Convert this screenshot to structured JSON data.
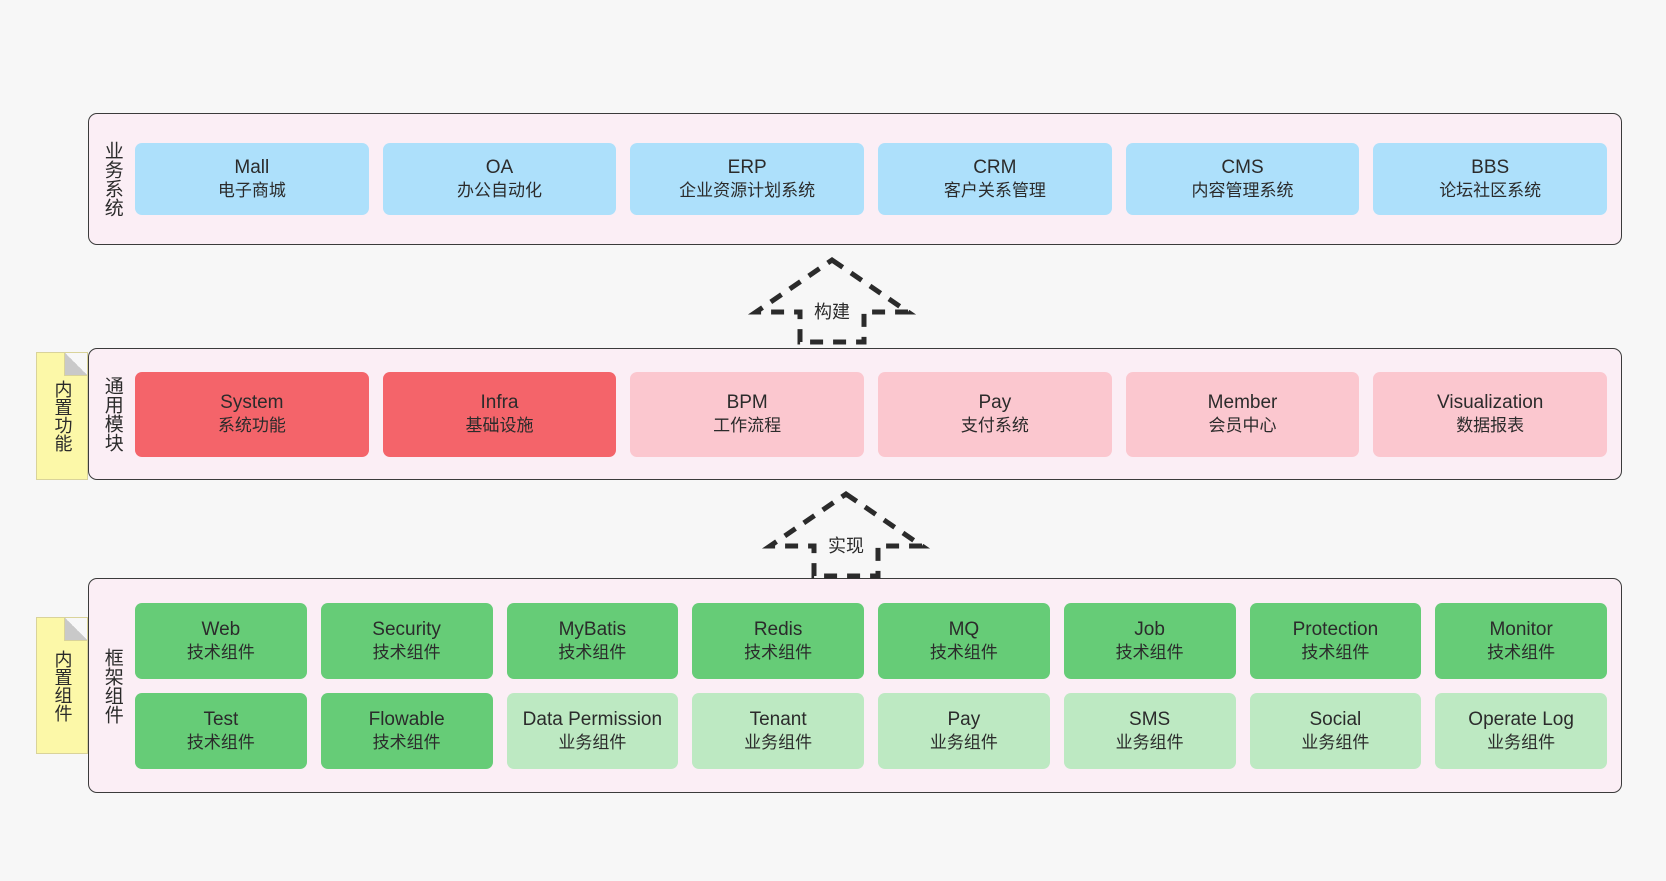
{
  "diagram": {
    "background_color": "#f7f7f7",
    "band_color": "#fbeef5",
    "note_color": "#fcf8a8",
    "colors": {
      "blue": "#ade0fb",
      "red": "#f4646a",
      "pink": "#fbc7cf",
      "green": "#66cc77",
      "light_green": "#bde9c2"
    }
  },
  "layers": {
    "business": {
      "label": "业务系统",
      "nodes": [
        {
          "title": "Mall",
          "sub": "电子商城",
          "color": "blue"
        },
        {
          "title": "OA",
          "sub": "办公自动化",
          "color": "blue"
        },
        {
          "title": "ERP",
          "sub": "企业资源计划系统",
          "color": "blue"
        },
        {
          "title": "CRM",
          "sub": "客户关系管理",
          "color": "blue"
        },
        {
          "title": "CMS",
          "sub": "内容管理系统",
          "color": "blue"
        },
        {
          "title": "BBS",
          "sub": "论坛社区系统",
          "color": "blue"
        }
      ]
    },
    "common": {
      "label": "通用模块",
      "note": "内置功能",
      "nodes": [
        {
          "title": "System",
          "sub": "系统功能",
          "color": "red"
        },
        {
          "title": "Infra",
          "sub": "基础设施",
          "color": "red"
        },
        {
          "title": "BPM",
          "sub": "工作流程",
          "color": "pink"
        },
        {
          "title": "Pay",
          "sub": "支付系统",
          "color": "pink"
        },
        {
          "title": "Member",
          "sub": "会员中心",
          "color": "pink"
        },
        {
          "title": "Visualization",
          "sub": "数据报表",
          "color": "pink"
        }
      ]
    },
    "framework": {
      "label": "框架组件",
      "note": "内置组件",
      "rows": [
        [
          {
            "title": "Web",
            "sub": "技术组件",
            "color": "green"
          },
          {
            "title": "Security",
            "sub": "技术组件",
            "color": "green"
          },
          {
            "title": "MyBatis",
            "sub": "技术组件",
            "color": "green"
          },
          {
            "title": "Redis",
            "sub": "技术组件",
            "color": "green"
          },
          {
            "title": "MQ",
            "sub": "技术组件",
            "color": "green"
          },
          {
            "title": "Job",
            "sub": "技术组件",
            "color": "green"
          },
          {
            "title": "Protection",
            "sub": "技术组件",
            "color": "green"
          },
          {
            "title": "Monitor",
            "sub": "技术组件",
            "color": "green"
          }
        ],
        [
          {
            "title": "Test",
            "sub": "技术组件",
            "color": "green"
          },
          {
            "title": "Flowable",
            "sub": "技术组件",
            "color": "green"
          },
          {
            "title": "Data Permission",
            "sub": "业务组件",
            "color": "light_green"
          },
          {
            "title": "Tenant",
            "sub": "业务组件",
            "color": "light_green"
          },
          {
            "title": "Pay",
            "sub": "业务组件",
            "color": "light_green"
          },
          {
            "title": "SMS",
            "sub": "业务组件",
            "color": "light_green"
          },
          {
            "title": "Social",
            "sub": "业务组件",
            "color": "light_green"
          },
          {
            "title": "Operate Log",
            "sub": "业务组件",
            "color": "light_green"
          }
        ]
      ]
    }
  },
  "connectors": [
    {
      "id": "build",
      "label": "构建",
      "direction": "up",
      "style": "dashed-block-arrow"
    },
    {
      "id": "implement",
      "label": "实现",
      "direction": "up",
      "style": "dashed-block-arrow"
    }
  ]
}
